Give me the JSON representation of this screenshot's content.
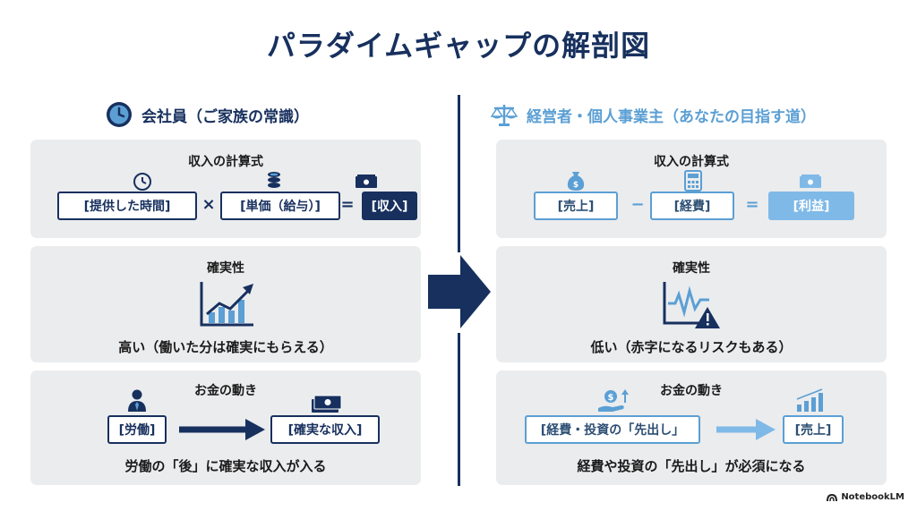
{
  "title": "パラダイムギャップの解剖図",
  "left": {
    "heading": "会社員（ご家族の常識）",
    "income": {
      "title": "収入の計算式",
      "term1": "[提供した時間]",
      "op1": "×",
      "term2": "[単価（給与）]",
      "op2": "=",
      "result": "[収入]"
    },
    "certainty": {
      "title": "確実性",
      "caption": "高い（働いた分は確実にもらえる）"
    },
    "money": {
      "title": "お金の動き",
      "from": "[労働]",
      "to": "[確実な収入]",
      "caption": "労働の「後」に確実な収入が入る"
    }
  },
  "right": {
    "heading": "経営者・個人事業主（あなたの目指す道）",
    "income": {
      "title": "収入の計算式",
      "term1": "[売上]",
      "op1": "−",
      "term2": "[経費]",
      "op2": "=",
      "result": "[利益]"
    },
    "certainty": {
      "title": "確実性",
      "caption": "低い（赤字になるリスクもある）"
    },
    "money": {
      "title": "お金の動き",
      "from": "[経費・投資の「先出し」",
      "to": "[売上]",
      "caption": "経費や投資の「先出し」が必須になる"
    }
  },
  "brand": "NotebookLM",
  "colors": {
    "navy": "#17305e",
    "light_blue": "#5b9fd4",
    "panel": "#ebecee"
  }
}
